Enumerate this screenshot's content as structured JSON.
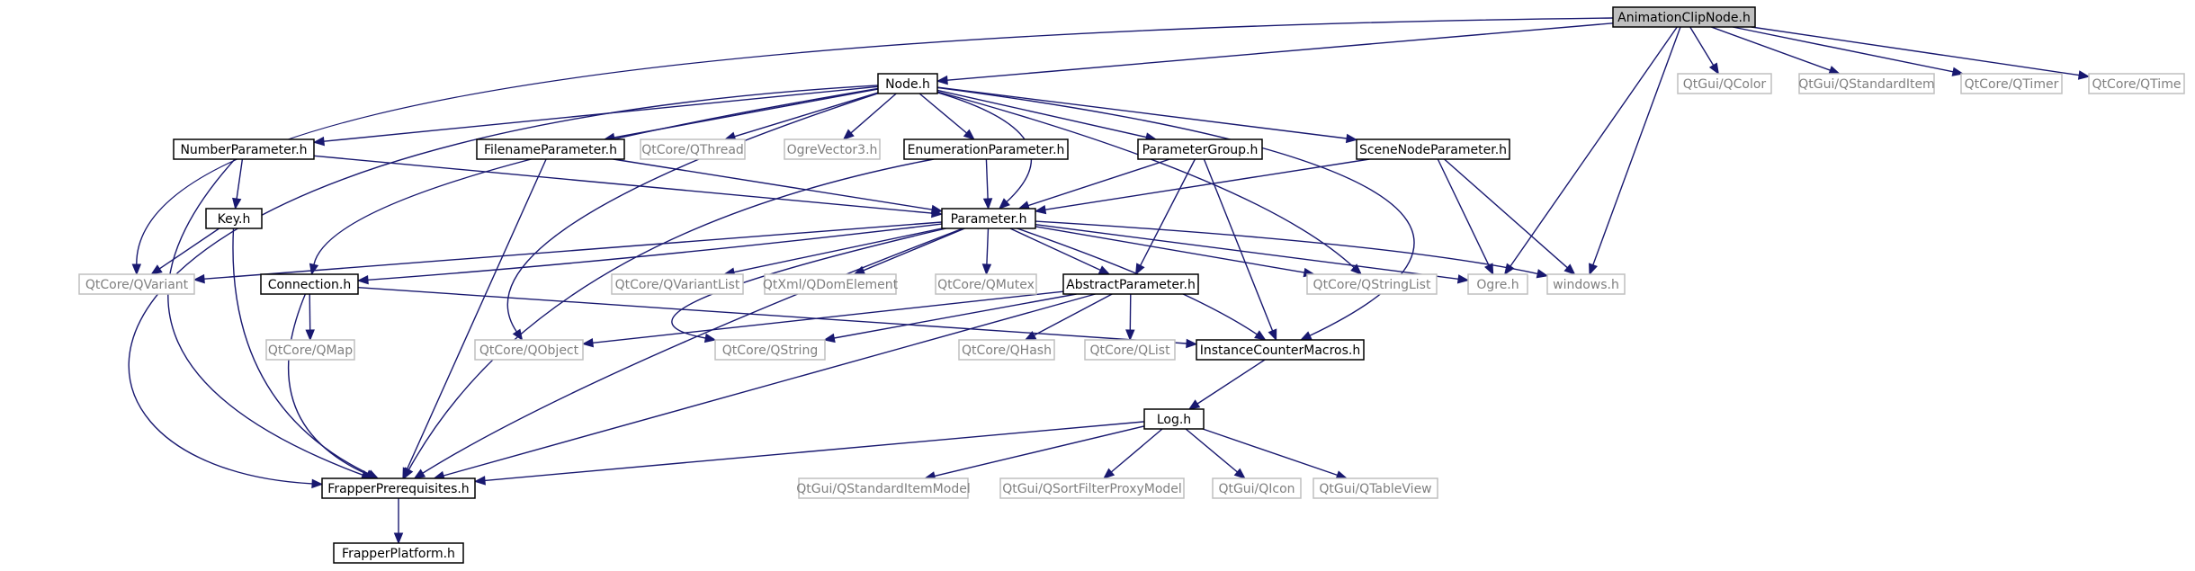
{
  "graph": {
    "nodes": [
      {
        "id": "AnimationClipNode.h",
        "label": "AnimationClipNode.h",
        "kind": "root"
      },
      {
        "id": "Node.h",
        "label": "Node.h",
        "kind": "local"
      },
      {
        "id": "QtGui/QColor",
        "label": "QtGui/QColor",
        "kind": "external"
      },
      {
        "id": "QtGui/QStandardItem",
        "label": "QtGui/QStandardItem",
        "kind": "external"
      },
      {
        "id": "QtCore/QTimer",
        "label": "QtCore/QTimer",
        "kind": "external"
      },
      {
        "id": "QtCore/QTime",
        "label": "QtCore/QTime",
        "kind": "external"
      },
      {
        "id": "NumberParameter.h",
        "label": "NumberParameter.h",
        "kind": "local"
      },
      {
        "id": "FilenameParameter.h",
        "label": "FilenameParameter.h",
        "kind": "local"
      },
      {
        "id": "QtCore/QThread",
        "label": "QtCore/QThread",
        "kind": "external"
      },
      {
        "id": "OgreVector3.h",
        "label": "OgreVector3.h",
        "kind": "external"
      },
      {
        "id": "EnumerationParameter.h",
        "label": "EnumerationParameter.h",
        "kind": "local"
      },
      {
        "id": "ParameterGroup.h",
        "label": "ParameterGroup.h",
        "kind": "local"
      },
      {
        "id": "SceneNodeParameter.h",
        "label": "SceneNodeParameter.h",
        "kind": "local"
      },
      {
        "id": "Key.h",
        "label": "Key.h",
        "kind": "local"
      },
      {
        "id": "Parameter.h",
        "label": "Parameter.h",
        "kind": "local"
      },
      {
        "id": "QtCore/QVariant",
        "label": "QtCore/QVariant",
        "kind": "external"
      },
      {
        "id": "Connection.h",
        "label": "Connection.h",
        "kind": "local"
      },
      {
        "id": "QtCore/QVariantList",
        "label": "QtCore/QVariantList",
        "kind": "external"
      },
      {
        "id": "QtXml/QDomElement",
        "label": "QtXml/QDomElement",
        "kind": "external"
      },
      {
        "id": "QtCore/QMutex",
        "label": "QtCore/QMutex",
        "kind": "external"
      },
      {
        "id": "AbstractParameter.h",
        "label": "AbstractParameter.h",
        "kind": "local"
      },
      {
        "id": "QtCore/QStringList",
        "label": "QtCore/QStringList",
        "kind": "external"
      },
      {
        "id": "Ogre.h",
        "label": "Ogre.h",
        "kind": "external"
      },
      {
        "id": "windows.h",
        "label": "windows.h",
        "kind": "external"
      },
      {
        "id": "QtCore/QMap",
        "label": "QtCore/QMap",
        "kind": "external"
      },
      {
        "id": "QtCore/QObject",
        "label": "QtCore/QObject",
        "kind": "external"
      },
      {
        "id": "QtCore/QString",
        "label": "QtCore/QString",
        "kind": "external"
      },
      {
        "id": "QtCore/QHash",
        "label": "QtCore/QHash",
        "kind": "external"
      },
      {
        "id": "QtCore/QList",
        "label": "QtCore/QList",
        "kind": "external"
      },
      {
        "id": "InstanceCounterMacros.h",
        "label": "InstanceCounterMacros.h",
        "kind": "local"
      },
      {
        "id": "Log.h",
        "label": "Log.h",
        "kind": "local"
      },
      {
        "id": "FrapperPrerequisites.h",
        "label": "FrapperPrerequisites.h",
        "kind": "local"
      },
      {
        "id": "QtGui/QStandardItemModel",
        "label": "QtGui/QStandardItemModel",
        "kind": "external"
      },
      {
        "id": "QtGui/QSortFilterProxyModel",
        "label": "QtGui/QSortFilterProxyModel",
        "kind": "external"
      },
      {
        "id": "QtGui/QIcon",
        "label": "QtGui/QIcon",
        "kind": "external"
      },
      {
        "id": "QtGui/QTableView",
        "label": "QtGui/QTableView",
        "kind": "external"
      },
      {
        "id": "FrapperPlatform.h",
        "label": "FrapperPlatform.h",
        "kind": "local"
      }
    ],
    "edges": [
      [
        "AnimationClipNode.h",
        "Node.h"
      ],
      [
        "AnimationClipNode.h",
        "QtGui/QColor"
      ],
      [
        "AnimationClipNode.h",
        "QtGui/QStandardItem"
      ],
      [
        "AnimationClipNode.h",
        "QtCore/QTimer"
      ],
      [
        "AnimationClipNode.h",
        "QtCore/QTime"
      ],
      [
        "AnimationClipNode.h",
        "QtCore/QVariant"
      ],
      [
        "AnimationClipNode.h",
        "Ogre.h"
      ],
      [
        "AnimationClipNode.h",
        "windows.h"
      ],
      [
        "Node.h",
        "NumberParameter.h"
      ],
      [
        "Node.h",
        "FilenameParameter.h"
      ],
      [
        "Node.h",
        "QtCore/QThread"
      ],
      [
        "Node.h",
        "OgreVector3.h"
      ],
      [
        "Node.h",
        "EnumerationParameter.h"
      ],
      [
        "Node.h",
        "ParameterGroup.h"
      ],
      [
        "Node.h",
        "SceneNodeParameter.h"
      ],
      [
        "Node.h",
        "Parameter.h"
      ],
      [
        "Node.h",
        "Connection.h"
      ],
      [
        "Node.h",
        "QtCore/QObject"
      ],
      [
        "Node.h",
        "QtCore/QStringList"
      ],
      [
        "Node.h",
        "InstanceCounterMacros.h"
      ],
      [
        "Node.h",
        "FrapperPrerequisites.h"
      ],
      [
        "NumberParameter.h",
        "Key.h"
      ],
      [
        "NumberParameter.h",
        "Parameter.h"
      ],
      [
        "NumberParameter.h",
        "FrapperPrerequisites.h"
      ],
      [
        "FilenameParameter.h",
        "Parameter.h"
      ],
      [
        "FilenameParameter.h",
        "FrapperPrerequisites.h"
      ],
      [
        "EnumerationParameter.h",
        "Parameter.h"
      ],
      [
        "EnumerationParameter.h",
        "FrapperPrerequisites.h"
      ],
      [
        "ParameterGroup.h",
        "Parameter.h"
      ],
      [
        "ParameterGroup.h",
        "AbstractParameter.h"
      ],
      [
        "ParameterGroup.h",
        "InstanceCounterMacros.h"
      ],
      [
        "SceneNodeParameter.h",
        "Parameter.h"
      ],
      [
        "SceneNodeParameter.h",
        "Ogre.h"
      ],
      [
        "SceneNodeParameter.h",
        "windows.h"
      ],
      [
        "Key.h",
        "QtCore/QVariant"
      ],
      [
        "Key.h",
        "FrapperPrerequisites.h"
      ],
      [
        "Parameter.h",
        "QtCore/QVariant"
      ],
      [
        "Parameter.h",
        "Connection.h"
      ],
      [
        "Parameter.h",
        "QtCore/QVariantList"
      ],
      [
        "Parameter.h",
        "QtXml/QDomElement"
      ],
      [
        "Parameter.h",
        "QtCore/QMutex"
      ],
      [
        "Parameter.h",
        "AbstractParameter.h"
      ],
      [
        "Parameter.h",
        "QtCore/QStringList"
      ],
      [
        "Parameter.h",
        "Ogre.h"
      ],
      [
        "Parameter.h",
        "windows.h"
      ],
      [
        "Parameter.h",
        "QtCore/QString"
      ],
      [
        "Parameter.h",
        "InstanceCounterMacros.h"
      ],
      [
        "Parameter.h",
        "FrapperPrerequisites.h"
      ],
      [
        "Connection.h",
        "QtCore/QMap"
      ],
      [
        "Connection.h",
        "InstanceCounterMacros.h"
      ],
      [
        "Connection.h",
        "FrapperPrerequisites.h"
      ],
      [
        "AbstractParameter.h",
        "QtCore/QObject"
      ],
      [
        "AbstractParameter.h",
        "QtCore/QString"
      ],
      [
        "AbstractParameter.h",
        "QtCore/QHash"
      ],
      [
        "AbstractParameter.h",
        "QtCore/QList"
      ],
      [
        "AbstractParameter.h",
        "FrapperPrerequisites.h"
      ],
      [
        "InstanceCounterMacros.h",
        "Log.h"
      ],
      [
        "Log.h",
        "FrapperPrerequisites.h"
      ],
      [
        "Log.h",
        "QtGui/QStandardItemModel"
      ],
      [
        "Log.h",
        "QtGui/QSortFilterProxyModel"
      ],
      [
        "Log.h",
        "QtGui/QIcon"
      ],
      [
        "Log.h",
        "QtGui/QTableView"
      ],
      [
        "FrapperPrerequisites.h",
        "FrapperPlatform.h"
      ]
    ]
  },
  "colors": {
    "edge": "#191970",
    "local_border": "#000000",
    "local_text": "#000000",
    "external_border": "#bfbfbf",
    "external_text": "#7f7f7f",
    "root_fill": "#bfbfbf",
    "root_border": "#000000",
    "background": "#ffffff"
  }
}
